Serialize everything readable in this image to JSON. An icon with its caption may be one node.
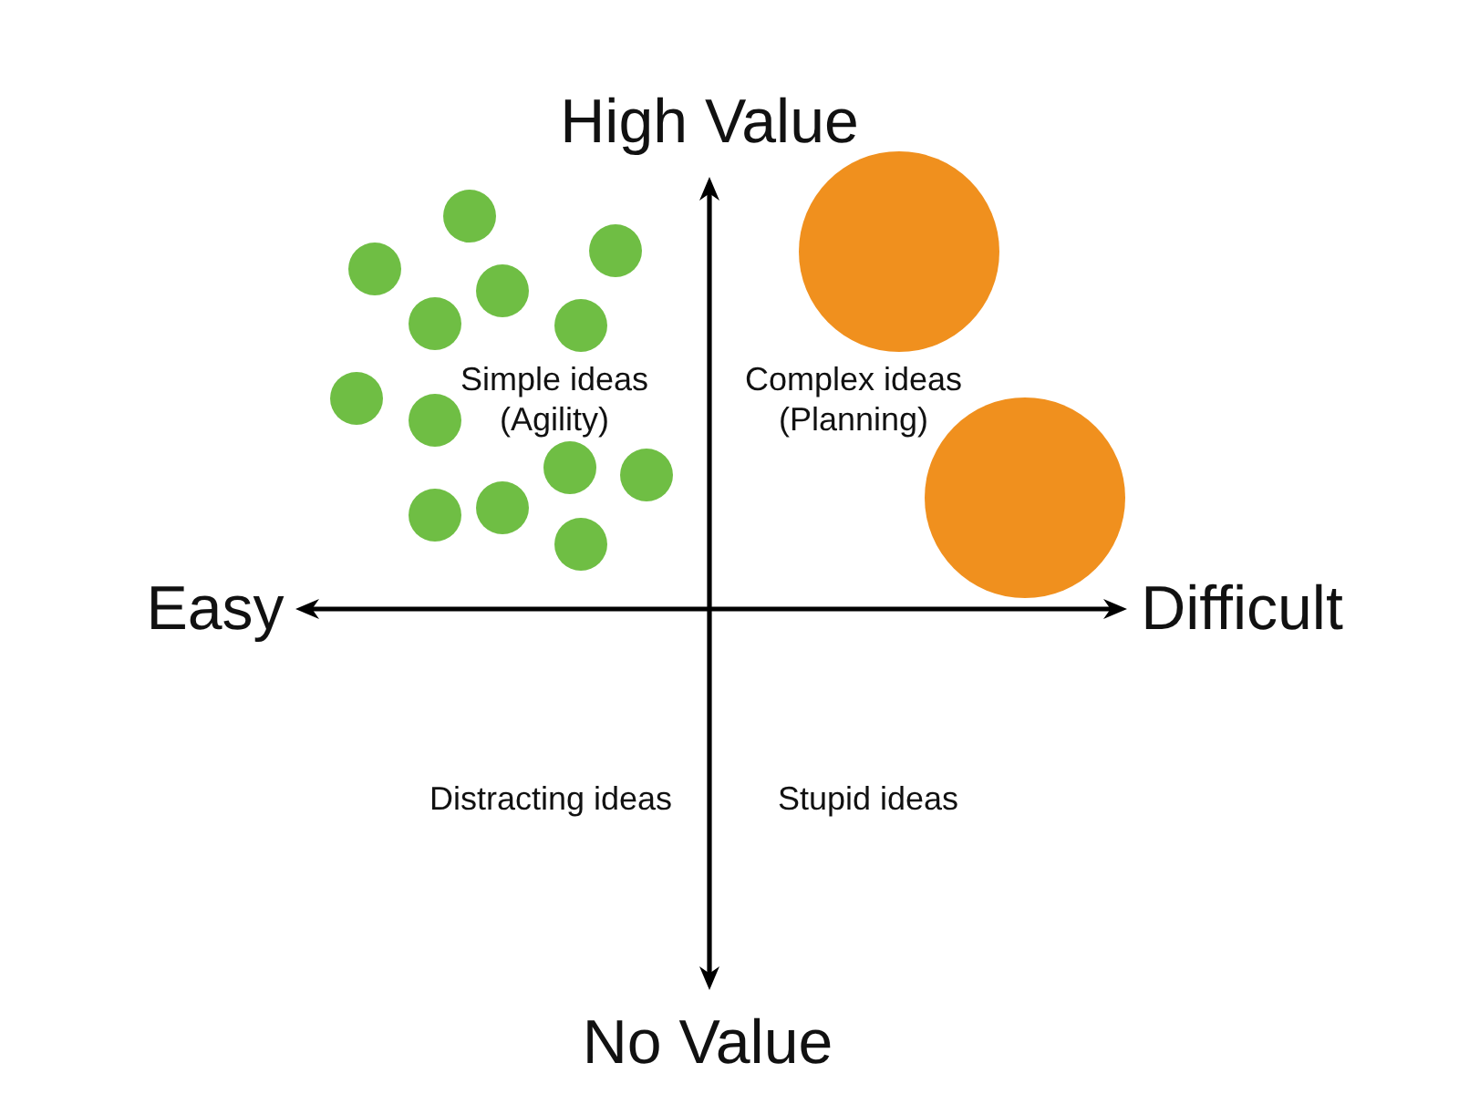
{
  "diagram": {
    "nodes": [
      {
        "text": [],
        "shape": "circle"
      },
      {
        "text": [],
        "shape": "circle"
      },
      {
        "text": [],
        "shape": "circle"
      },
      {
        "text": [],
        "shape": "circle"
      },
      {
        "text": [],
        "shape": "circle"
      },
      {
        "text": [],
        "shape": "circle"
      },
      {
        "text": [],
        "shape": "circle"
      },
      {
        "text": [],
        "shape": "circle"
      },
      {
        "text": [],
        "shape": "circle"
      },
      {
        "text": [],
        "shape": "circle"
      },
      {
        "text": [],
        "shape": "circle"
      },
      {
        "text": [],
        "shape": "circle"
      },
      {
        "text": [],
        "shape": "circle"
      },
      {
        "text": [],
        "shape": "circle"
      },
      {
        "text": [],
        "shape": "circle"
      }
    ],
    "labels": [
      "High Value",
      "Simple ideas (Agility)",
      "Complex ideas (Planning)",
      "Easy",
      "Difficult",
      "Distracting ideas",
      "Stupid ideas",
      "No Value"
    ]
  }
}
